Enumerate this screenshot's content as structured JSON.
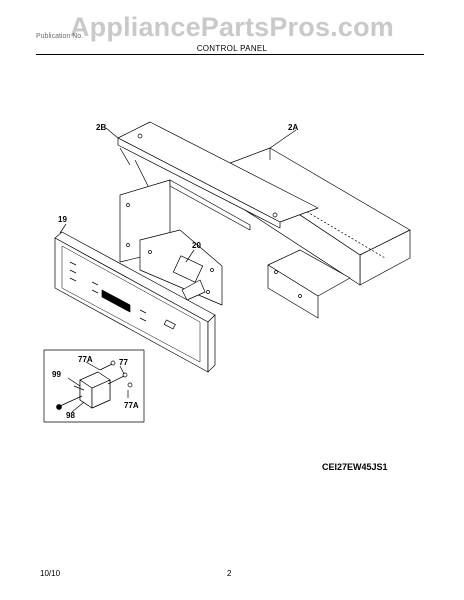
{
  "watermark": "AppliancePartsPros.com",
  "header": {
    "title": "CONTROL PANEL"
  },
  "callouts": {
    "2B": "2B",
    "2A": "2A",
    "19": "19",
    "20": "20",
    "77A_top": "77A",
    "77": "77",
    "99": "99",
    "98": "98",
    "77A_bottom": "77A"
  },
  "model_number": "CEI27EW45JS1",
  "footer": {
    "date": "10/10",
    "page": "2"
  }
}
